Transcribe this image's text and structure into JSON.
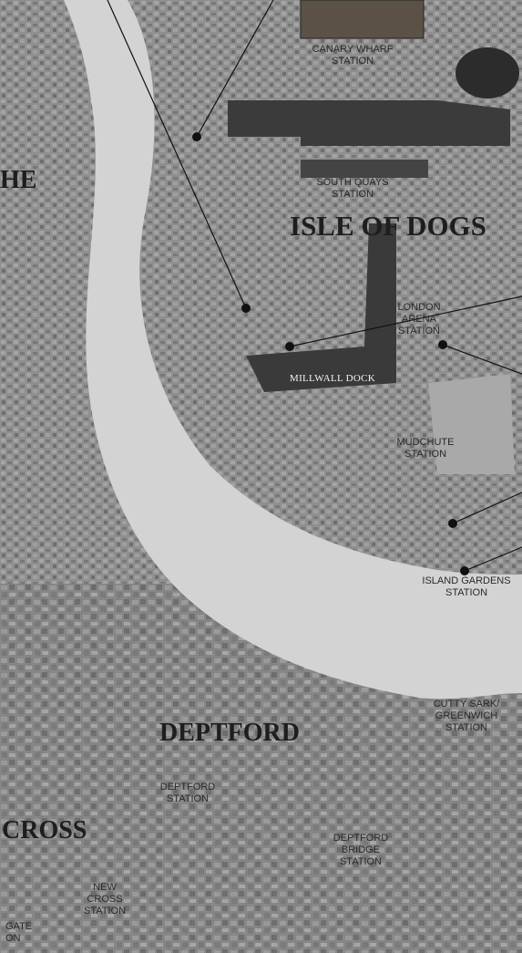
{
  "areas": {
    "isle_of_dogs": "ISLE OF DOGS",
    "deptford": "DEPTFORD",
    "cross_partial": "CROSS",
    "he_partial": "HE"
  },
  "water_labels": {
    "millwall_dock": "MILLWALL DOCK"
  },
  "stations": {
    "canary_wharf": [
      "CANARY WHARF",
      "STATION"
    ],
    "south_quays": [
      "SOUTH QUAYS",
      "STATION"
    ],
    "london_arena": [
      "LONDON",
      "ARENA",
      "STATION"
    ],
    "mudchute": [
      "MUDCHUTE",
      "STATION"
    ],
    "island_gardens": [
      "ISLAND GARDENS",
      "STATION"
    ],
    "cutty_sark": [
      "CUTTY SARK/",
      "GREENWICH",
      "STATION"
    ],
    "deptford": [
      "DEPTFORD",
      "STATION"
    ],
    "deptford_bridge": [
      "DEPTFORD",
      "BRIDGE",
      "STATION"
    ],
    "new_cross": [
      "NEW",
      "CROSS",
      "STATION"
    ],
    "partial_bottom_left": [
      "GATE",
      "ON"
    ]
  },
  "colors": {
    "river": "#d2d2d2",
    "land": "#8e8e8e",
    "dock_water": "#3a3a3a",
    "text": "#2a2a2a"
  }
}
